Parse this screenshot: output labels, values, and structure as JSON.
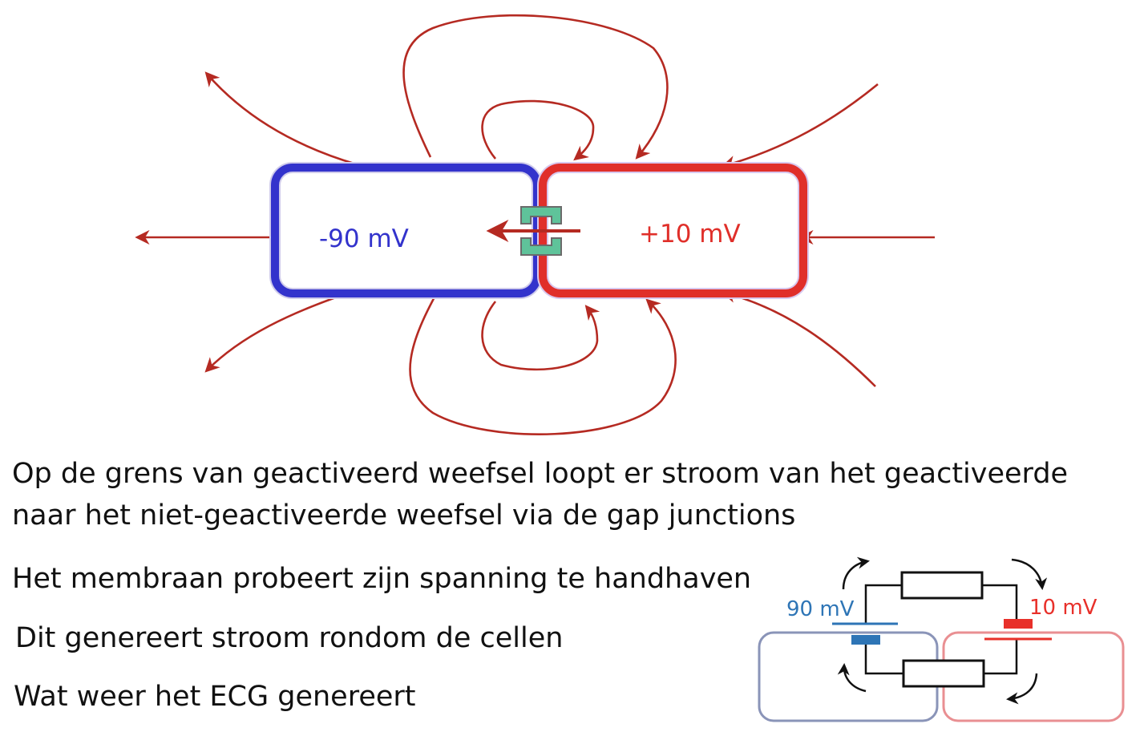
{
  "diagram": {
    "left_cell": {
      "voltage": "-90 mV",
      "color": "#3333cc"
    },
    "right_cell": {
      "voltage": "+10 mV",
      "color": "#e02f2a"
    },
    "field_line_color": "#b52a22",
    "gap_junction_color": "#5fc39a"
  },
  "text": {
    "line1": "Op de grens van geactiveerd weefsel loopt er stroom van het geactiveerde",
    "line2": "naar het niet-geactiveerde weefsel via de gap junctions",
    "line3": "Het membraan probeert zijn spanning te handhaven",
    "line4": "Dit genereert stroom rondom de cellen",
    "line5": "Wat weer het ECG genereert"
  },
  "circuit": {
    "left_label": "90 mV",
    "right_label": "10 mV",
    "left_color": "#2e75b6",
    "right_color": "#e8302a"
  }
}
